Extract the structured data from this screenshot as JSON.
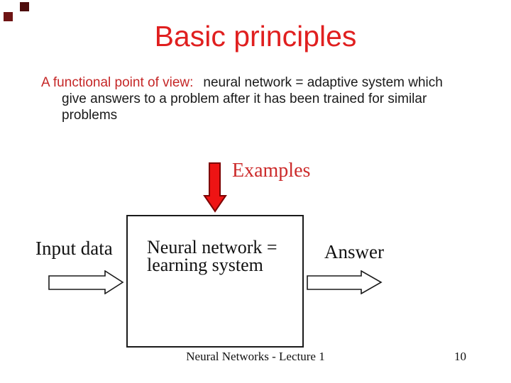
{
  "title": "Basic principles",
  "body": {
    "lead": "A functional point of view:",
    "line1_rest": "neural network = adaptive system which",
    "line2": "give answers to a problem after it has been trained for similar",
    "line3": "problems"
  },
  "diagram": {
    "examples_label": "Examples",
    "input_label": "Input data",
    "box_line1": "Neural network =",
    "box_line2": "learning system",
    "answer_label": "Answer"
  },
  "footer": {
    "text": "Neural Networks - Lecture 1",
    "page_number": "10"
  },
  "colors": {
    "title_red": "#e01f1f",
    "body_red": "#c52727",
    "examples_red": "#cc2b2b",
    "down_arrow_fill": "#ee1414",
    "down_arrow_stroke": "#7d0000",
    "hollow_arrow_fill": "#ffffff",
    "outline_black": "#1a1a1a",
    "corner_square_top": "#4e0d0d",
    "corner_square_bottom": "#6e1414"
  }
}
